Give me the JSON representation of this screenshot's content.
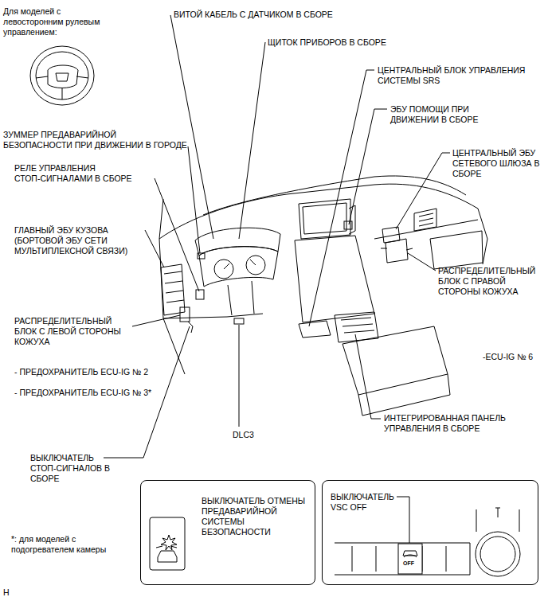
{
  "diagram": {
    "nodes": [
      {
        "text": [
          "ВЫКЛЮЧАТЕЛЬ ОТМЕНЫ ПРЕДАВАРИЙНОЙ СИСТЕМЫ БЕЗОПАСНОСТИ"
        ]
      },
      {
        "text": [
          "ВЫКЛЮЧАТЕЛЬ VSC OFF"
        ]
      }
    ],
    "labels": [
      "Для моделей с левосторонним рулевым управлением:",
      "ВИТОЙ КАБЕЛЬ С ДАТЧИКОМ В СБОРЕ",
      "ЩИТОК ПРИБОРОВ В СБОРЕ",
      "ЦЕНТРАЛЬНЫЙ БЛОК УПРАВЛЕНИЯ СИСТЕМЫ SRS",
      "ЭБУ ПОМОЩИ ПРИ ДВИЖЕНИИ В СБОРЕ",
      "ЗУММЕР ПРЕДАВАРИЙНОЙ БЕЗОПАСНОСТИ ПРИ ДВИЖЕНИИ В ГОРОДЕ",
      "ЦЕНТРАЛЬНЫЙ ЭБУ СЕТЕВОГО ШЛЮЗА В СБОРЕ",
      "РЕЛЕ УПРАВЛЕНИЯ СТОП-СИГНАЛАМИ В СБОРЕ",
      "ГЛАВНЫЙ ЭБУ КУЗОВА (БОРТОВОЙ ЭБУ СЕТИ МУЛЬТИПЛЕКСНОЙ СВЯЗИ)",
      "РАСПРЕДЕЛИТЕЛЬНЫЙ БЛОК С ПРАВОЙ СТОРОНЫ КОЖУХА",
      "РАСПРЕДЕЛИТЕЛЬНЫЙ БЛОК С ЛЕВОЙ СТОРОНЫ КОЖУХА",
      "-ECU-IG № 6",
      "- ПРЕДОХРАНИТЕЛЬ ECU-IG № 2",
      "- ПРЕДОХРАНИТЕЛЬ ECU-IG № 3*",
      "ИНТЕГРИРОВАННАЯ ПАНЕЛЬ УПРАВЛЕНИЯ В СБОРЕ",
      "DLC3",
      "ВЫКЛЮЧАТЕЛЬ СТОП-СИГНАЛОВ В СБОРЕ",
      "OFF",
      "*: для моделей с подогревателем камеры",
      "H"
    ]
  }
}
